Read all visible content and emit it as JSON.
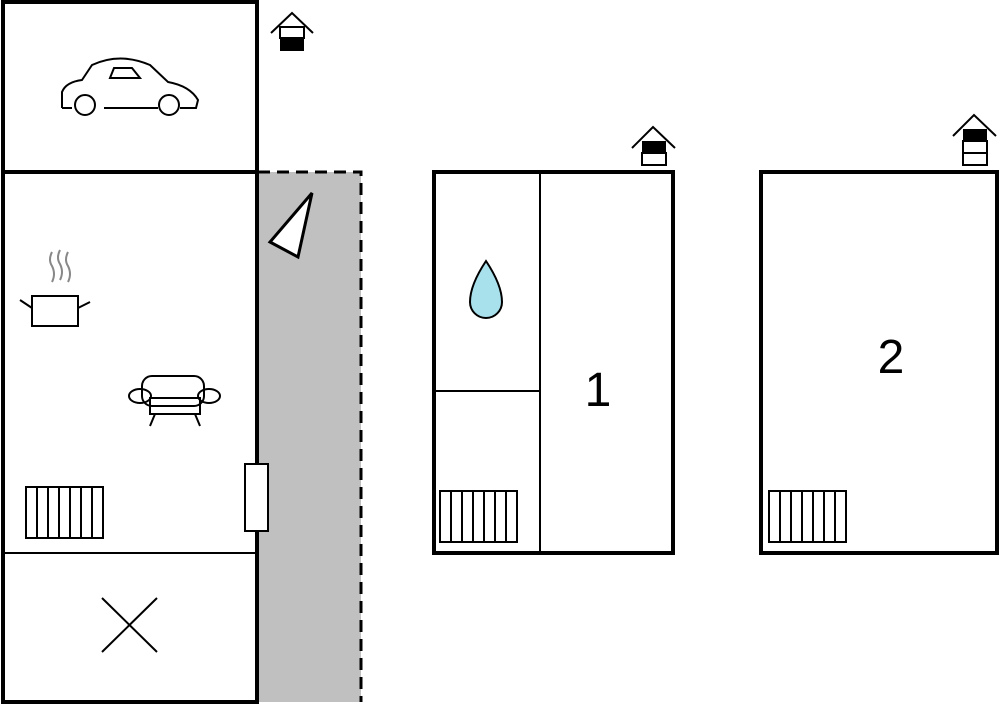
{
  "floorplan": {
    "room_labels": [
      "1",
      "2"
    ],
    "floor_indicators": [
      "ground-floor",
      "first-floor",
      "second-floor"
    ],
    "colors": {
      "terrace": "#c0c0c0",
      "water": "#a8e0ec",
      "wall": "#000000"
    }
  }
}
